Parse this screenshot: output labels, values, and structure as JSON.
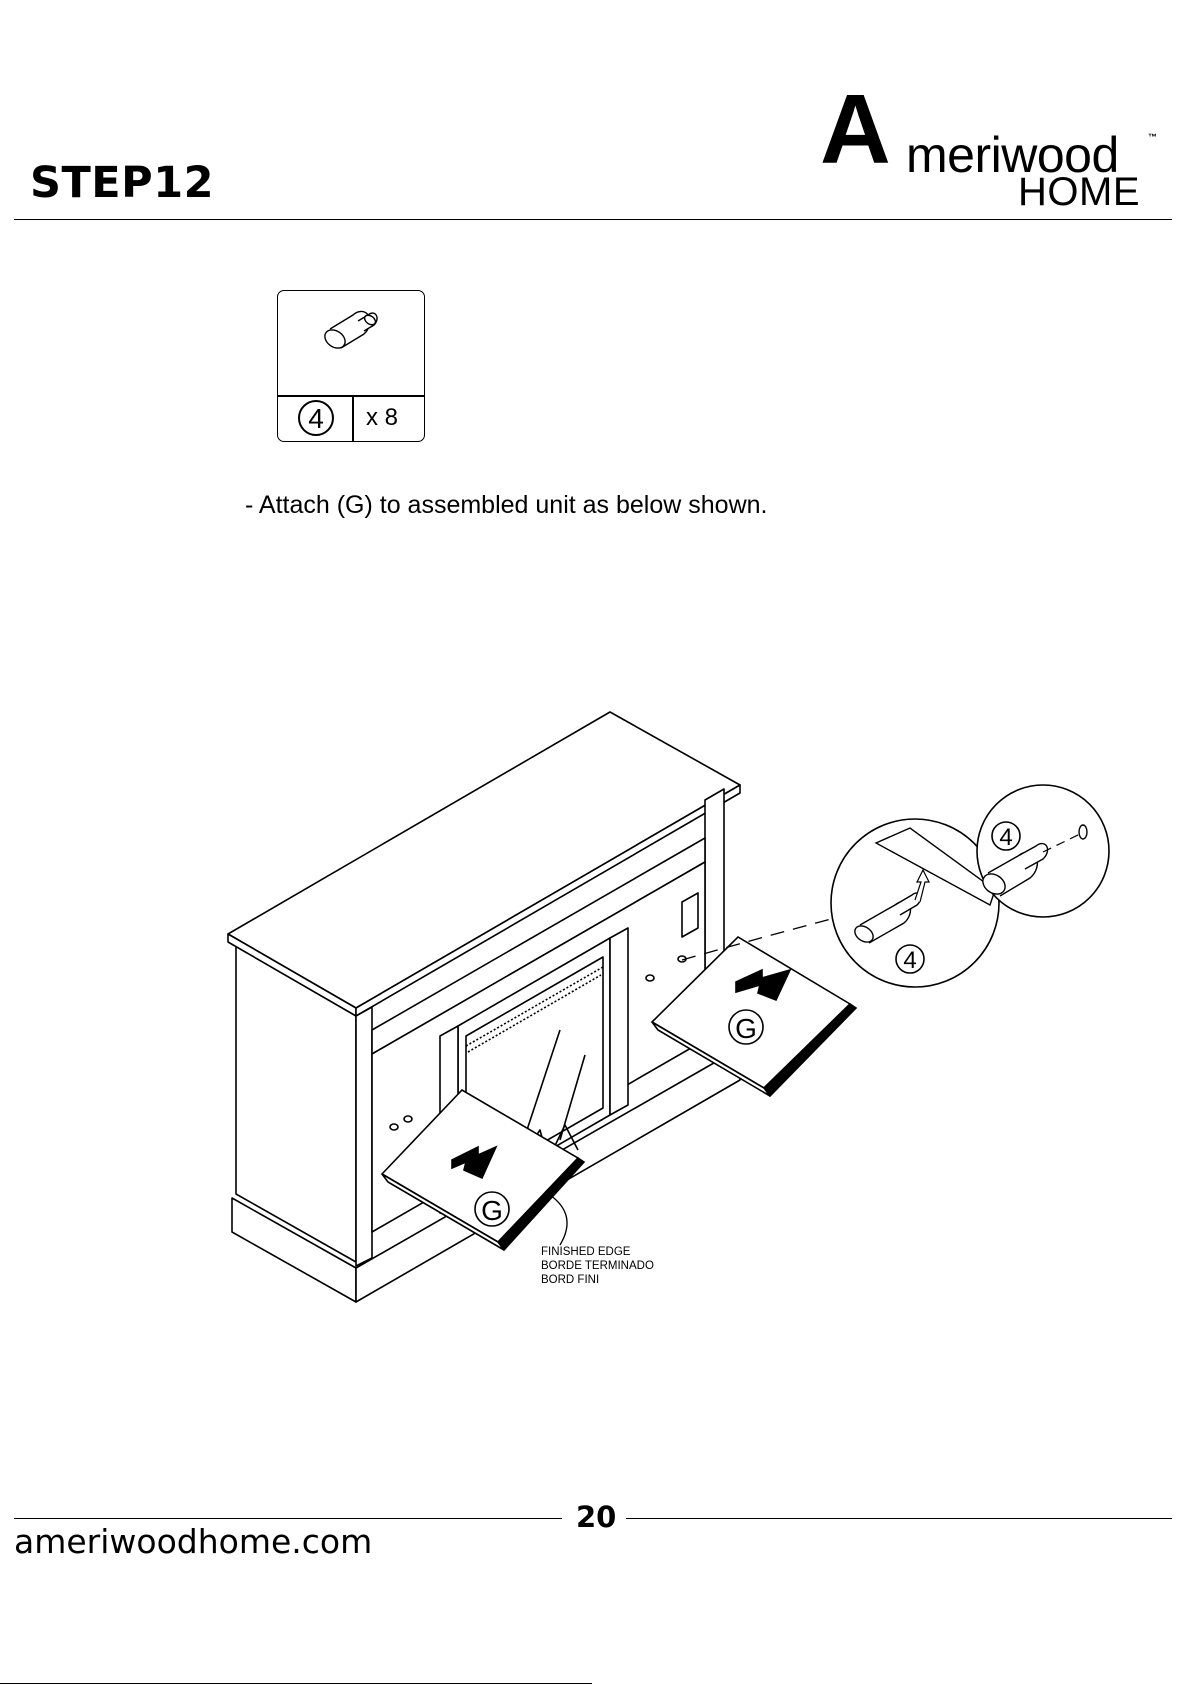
{
  "header": {
    "step_title": "STEP12",
    "brand_letter": "A",
    "brand_name": "meriwood",
    "brand_tm": "™",
    "brand_home": "HOME"
  },
  "hardware": {
    "part_number": "4",
    "quantity": "x 8",
    "icon": "dowel-icon"
  },
  "instruction": "- Attach (G) to assembled unit as below shown.",
  "diagram": {
    "panel_label": "G",
    "part_label": "4",
    "callout_lines": [
      "FINISHED EDGE",
      "BORDE TERMINADO",
      "BORD FINI"
    ]
  },
  "footer": {
    "page_number": "20",
    "website": "ameriwoodhome.com"
  }
}
